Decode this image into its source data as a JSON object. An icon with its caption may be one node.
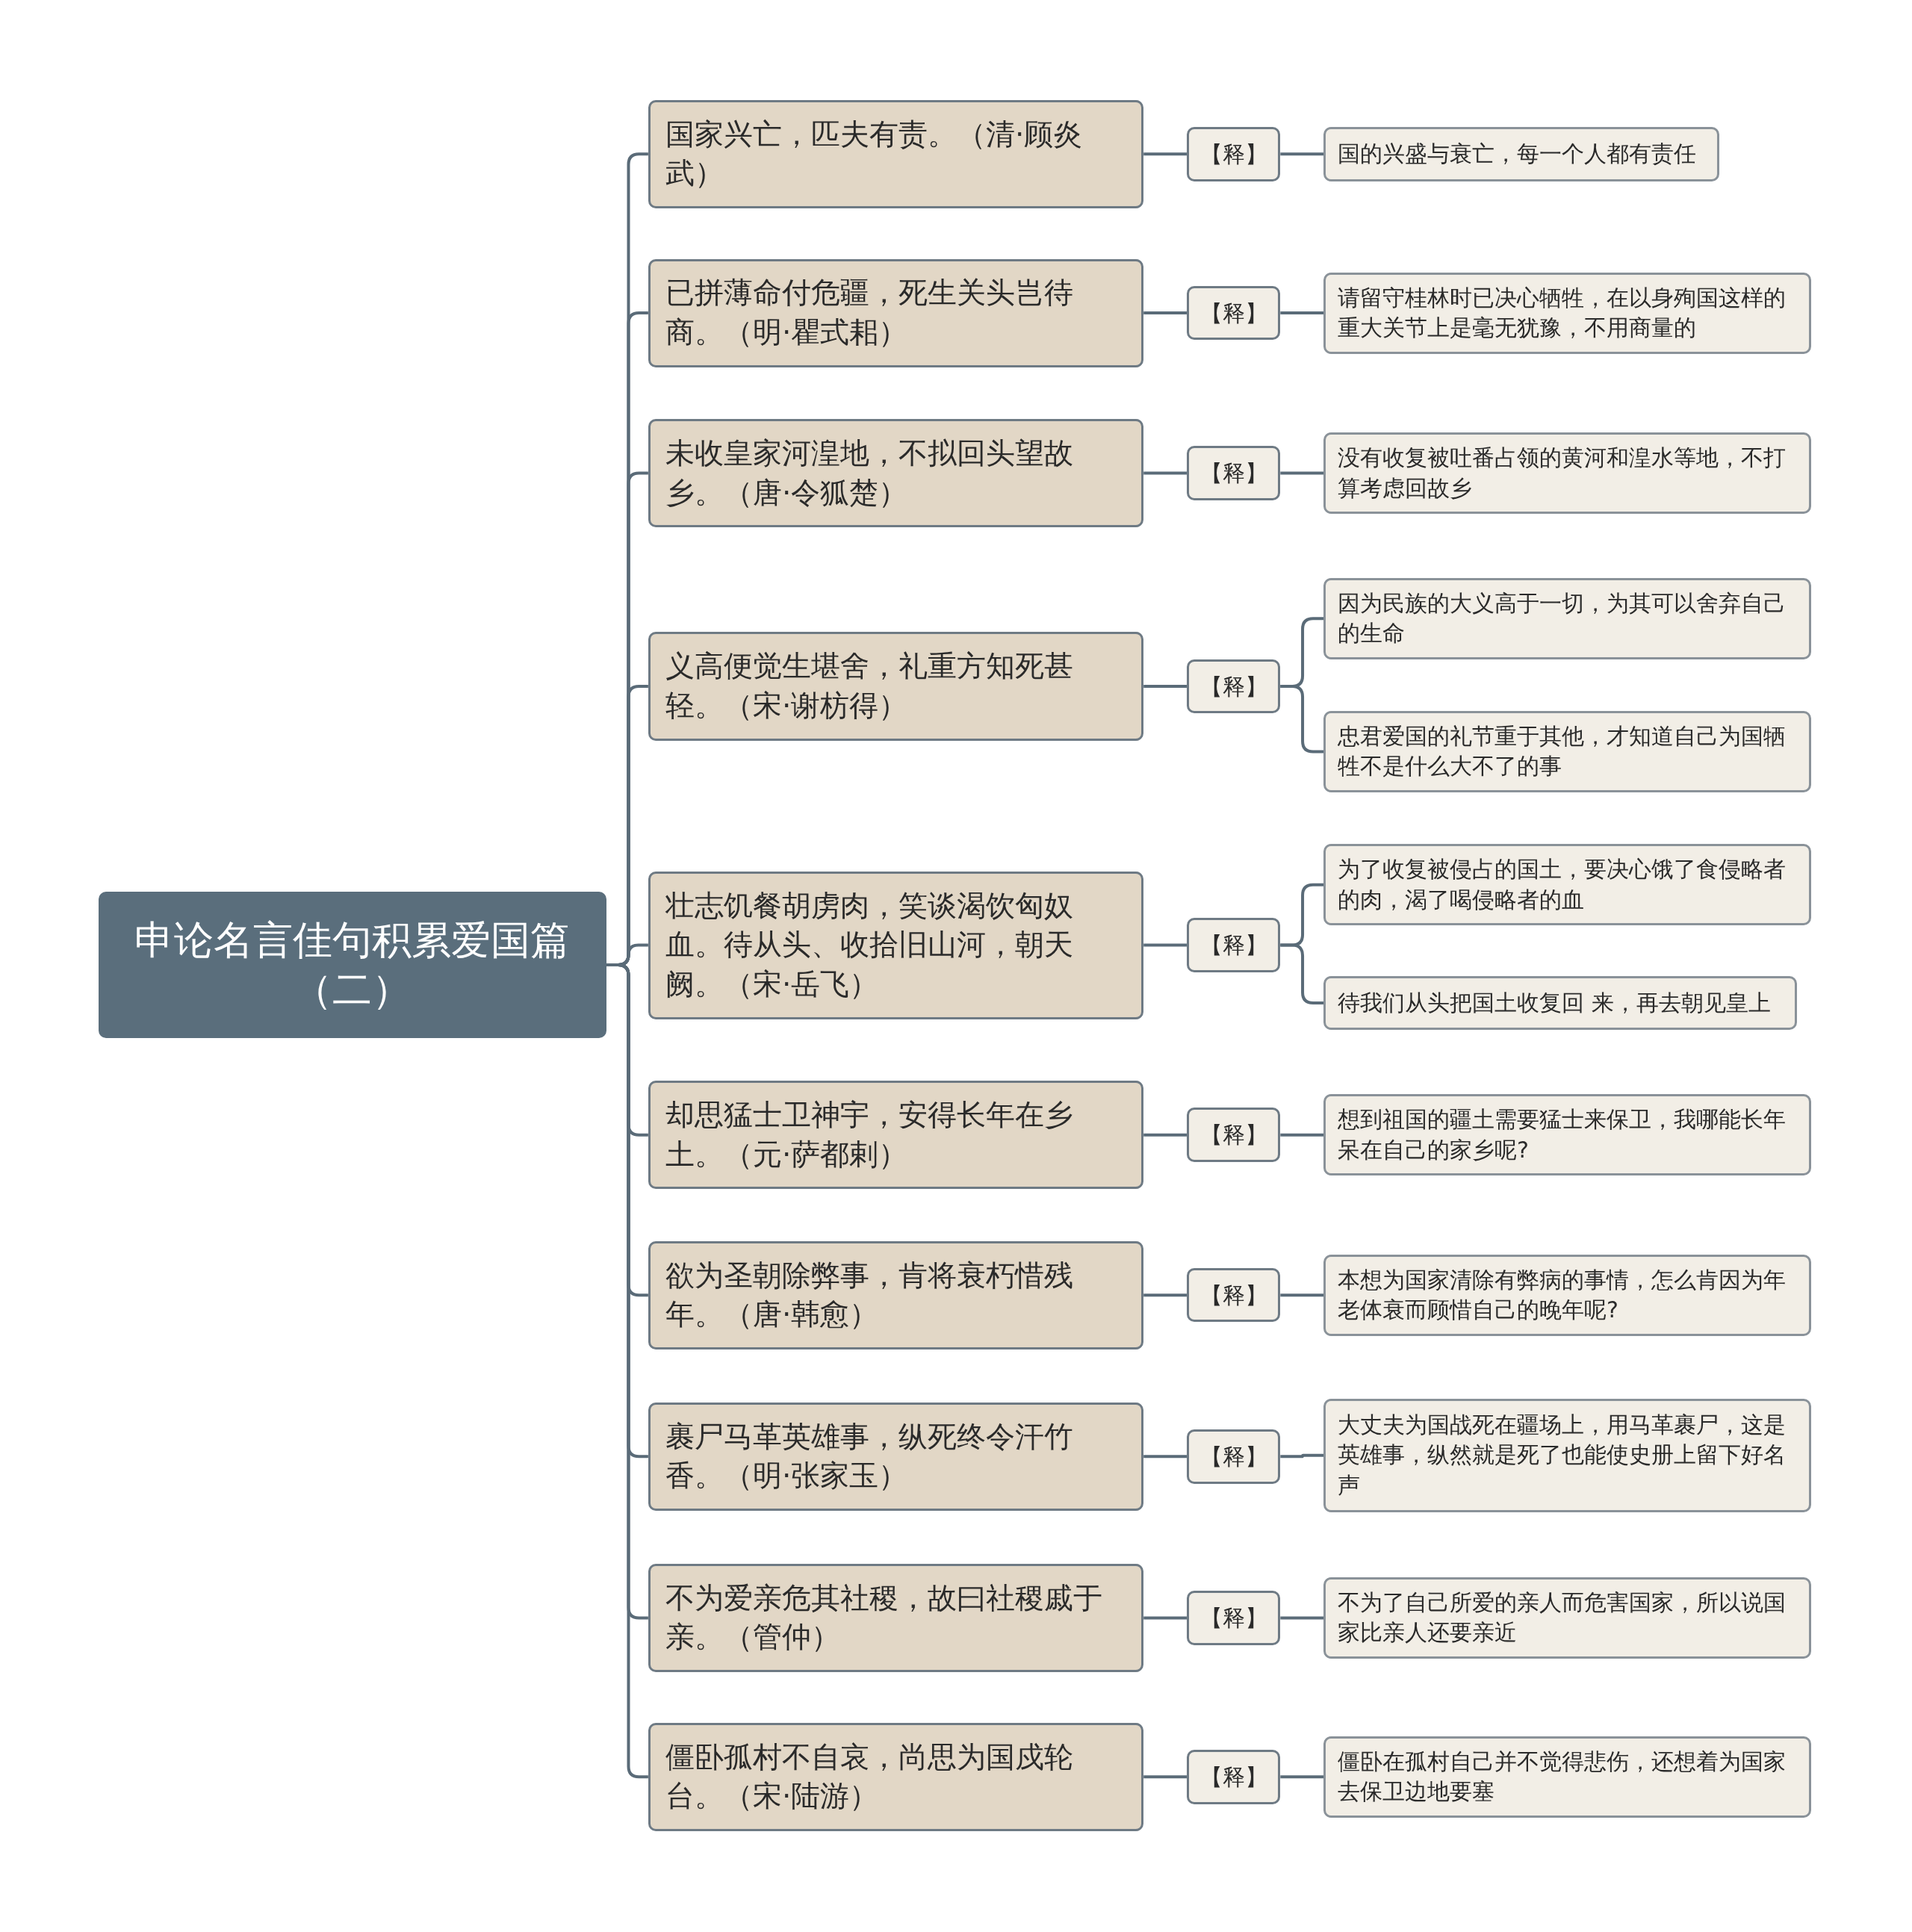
{
  "diagram": {
    "nodes": [
      {
        "text": [
          "申论名言佳句积累爱国篇（二）"
        ]
      },
      {
        "text": [
          "国家兴亡，匹夫有责。（清·顾炎武）"
        ]
      },
      {
        "text": [
          "【释】"
        ]
      },
      {
        "text": [
          "国的兴盛与衰亡，每一个人都有责任"
        ]
      },
      {
        "text": [
          "已拼薄命付危疆，死生关头岂待商。（明·瞿式耜）"
        ]
      },
      {
        "text": [
          "【释】"
        ]
      },
      {
        "text": [
          "请留守桂林时已决心牺牲，在以身殉国这样的重大关节上是毫无犹豫，不用商量的"
        ]
      },
      {
        "text": [
          "未收皇家河湟地，不拟回头望故乡。（唐·令狐楚）"
        ]
      },
      {
        "text": [
          "【释】"
        ]
      },
      {
        "text": [
          "没有收复被吐番占领的黄河和湟水等地，不打算考虑回故乡"
        ]
      },
      {
        "text": [
          "义高便觉生堪舍，礼重方知死甚轻。（宋·谢枋得）"
        ]
      },
      {
        "text": [
          "【释】"
        ]
      },
      {
        "text": [
          "因为民族的大义高于一切，为其可以舍弃自己的生命"
        ]
      },
      {
        "text": [
          "忠君爱国的礼节重于其他，才知道自己为国牺牲不是什么大不了的事"
        ]
      },
      {
        "text": [
          "壮志饥餐胡虏肉，笑谈渴饮匈奴血。待从头、收拾旧山河，朝天阙。（宋·岳飞）"
        ]
      },
      {
        "text": [
          "【释】"
        ]
      },
      {
        "text": [
          "为了收复被侵占的国土，要决心饿了食侵略者的肉，渴了喝侵略者的血"
        ]
      },
      {
        "text": [
          "待我们从头把国土收复回 来，再去朝见皇上"
        ]
      },
      {
        "text": [
          "却思猛士卫神宇，安得长年在乡土。（元·萨都剌）"
        ]
      },
      {
        "text": [
          "【释】"
        ]
      },
      {
        "text": [
          "想到祖国的疆土需要猛士来保卫，我哪能长年呆在自己的家乡呢?"
        ]
      },
      {
        "text": [
          "欲为圣朝除弊事，肯将衰朽惜残年。（唐·韩愈）"
        ]
      },
      {
        "text": [
          "【释】"
        ]
      },
      {
        "text": [
          "本想为国家清除有弊病的事情，怎么肯因为年老体衰而顾惜自己的晚年呢?"
        ]
      },
      {
        "text": [
          "裹尸马革英雄事，纵死终令汗竹香。（明·张家玉）"
        ]
      },
      {
        "text": [
          "【释】"
        ]
      },
      {
        "text": [
          "大丈夫为国战死在疆场上，用马革裹尸，这是英雄事，纵然就是死了也能使史册上留下好名声"
        ]
      },
      {
        "text": [
          "不为爱亲危其社稷，故曰社稷戚于亲。（管仲）"
        ]
      },
      {
        "text": [
          "【释】"
        ]
      },
      {
        "text": [
          "不为了自己所爱的亲人而危害国家，所以说国家比亲人还要亲近"
        ]
      },
      {
        "text": [
          "僵卧孤村不自哀，尚思为国戍轮台。（宋·陆游）"
        ]
      },
      {
        "text": [
          "【释】"
        ]
      },
      {
        "text": [
          "僵卧在孤村自己并不觉得悲伤，还想着为国家去保卫边地要塞"
        ]
      }
    ],
    "edges": [
      {
        "from": 0,
        "to": 1,
        "arrow": "none"
      },
      {
        "from": 1,
        "to": 2,
        "arrow": "none"
      },
      {
        "from": 2,
        "to": 3,
        "arrow": "none"
      },
      {
        "from": 0,
        "to": 4,
        "arrow": "none"
      },
      {
        "from": 4,
        "to": 5,
        "arrow": "none"
      },
      {
        "from": 5,
        "to": 6,
        "arrow": "none"
      },
      {
        "from": 0,
        "to": 7,
        "arrow": "none"
      },
      {
        "from": 7,
        "to": 8,
        "arrow": "none"
      },
      {
        "from": 8,
        "to": 9,
        "arrow": "none"
      },
      {
        "from": 0,
        "to": 10,
        "arrow": "none"
      },
      {
        "from": 10,
        "to": 11,
        "arrow": "none"
      },
      {
        "from": 11,
        "to": 12,
        "arrow": "none"
      },
      {
        "from": 11,
        "to": 13,
        "arrow": "none"
      },
      {
        "from": 0,
        "to": 14,
        "arrow": "none"
      },
      {
        "from": 14,
        "to": 15,
        "arrow": "none"
      },
      {
        "from": 15,
        "to": 16,
        "arrow": "none"
      },
      {
        "from": 15,
        "to": 17,
        "arrow": "none"
      },
      {
        "from": 0,
        "to": 18,
        "arrow": "none"
      },
      {
        "from": 18,
        "to": 19,
        "arrow": "none"
      },
      {
        "from": 19,
        "to": 20,
        "arrow": "none"
      },
      {
        "from": 0,
        "to": 21,
        "arrow": "none"
      },
      {
        "from": 21,
        "to": 22,
        "arrow": "none"
      },
      {
        "from": 22,
        "to": 23,
        "arrow": "none"
      },
      {
        "from": 0,
        "to": 24,
        "arrow": "none"
      },
      {
        "from": 24,
        "to": 25,
        "arrow": "none"
      },
      {
        "from": 25,
        "to": 26,
        "arrow": "none"
      },
      {
        "from": 0,
        "to": 27,
        "arrow": "none"
      },
      {
        "from": 27,
        "to": 28,
        "arrow": "none"
      },
      {
        "from": 28,
        "to": 29,
        "arrow": "none"
      },
      {
        "from": 0,
        "to": 30,
        "arrow": "none"
      },
      {
        "from": 30,
        "to": 31,
        "arrow": "none"
      },
      {
        "from": 31,
        "to": 32,
        "arrow": "none"
      }
    ]
  }
}
